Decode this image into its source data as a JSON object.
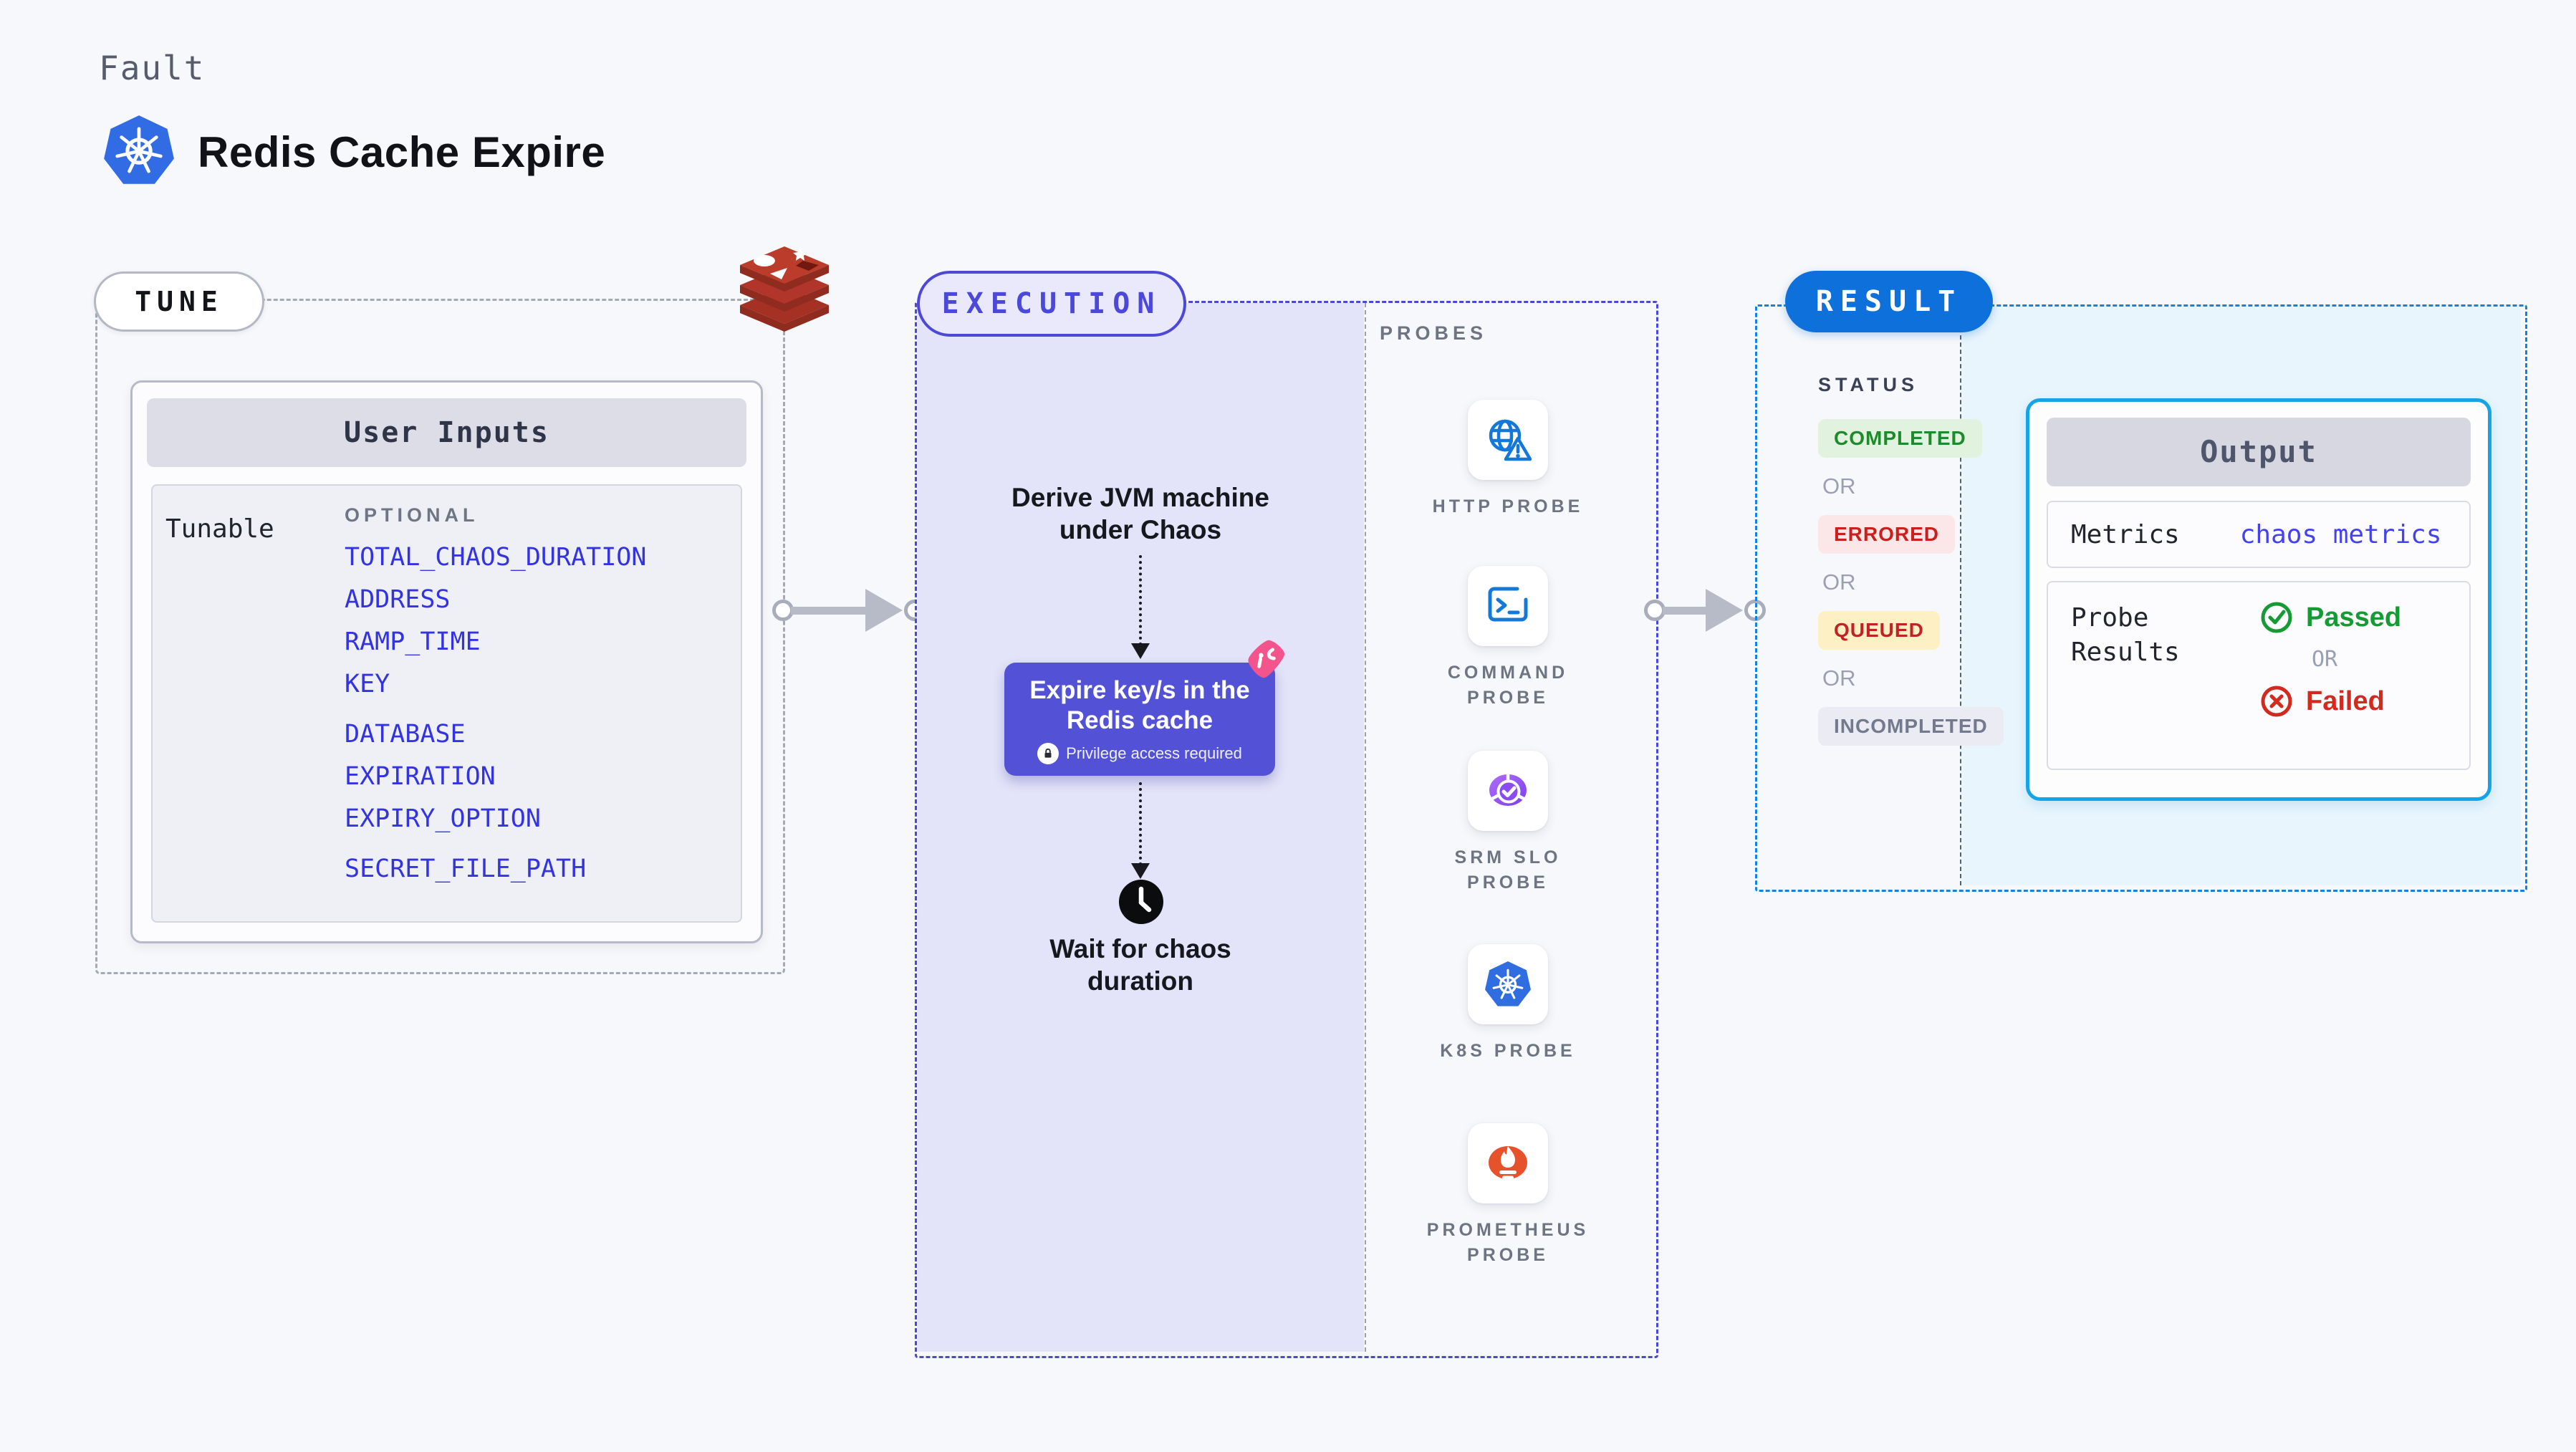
{
  "page": {
    "kind_label": "Fault",
    "title": "Redis Cache Expire"
  },
  "tune": {
    "label": "TUNE",
    "user_inputs": {
      "header": "User Inputs",
      "row_label": "Tunable",
      "group_label": "OPTIONAL",
      "params": [
        "TOTAL_CHAOS_DURATION",
        "ADDRESS",
        "RAMP_TIME",
        "KEY",
        "DATABASE",
        "EXPIRATION",
        "EXPIRY_OPTION",
        "SECRET_FILE_PATH"
      ]
    }
  },
  "execution": {
    "label": "EXECUTION",
    "derive_line1": "Derive JVM machine",
    "derive_line2": "under Chaos",
    "chaos_step": {
      "title_line1": "Expire key/s in the",
      "title_line2": "Redis cache",
      "privilege": "Privilege access required"
    },
    "wait_line1": "Wait for chaos",
    "wait_line2": "duration"
  },
  "probes": {
    "heading": "PROBES",
    "items": [
      {
        "label": "HTTP PROBE",
        "icon": "globe-warning-icon"
      },
      {
        "label": "COMMAND PROBE",
        "icon": "terminal-icon"
      },
      {
        "label": "SRM SLO PROBE",
        "icon": "slo-donut-check-icon"
      },
      {
        "label": "K8S PROBE",
        "icon": "kubernetes-icon"
      },
      {
        "label": "PROMETHEUS PROBE",
        "icon": "prometheus-flame-icon"
      }
    ]
  },
  "result": {
    "label": "RESULT",
    "status": {
      "heading": "STATUS",
      "or_label": "OR",
      "items": [
        "COMPLETED",
        "ERRORED",
        "QUEUED",
        "INCOMPLETED"
      ]
    },
    "output": {
      "header": "Output",
      "metrics_label": "Metrics",
      "metrics_value": "chaos metrics",
      "probe_results_label": "Probe Results",
      "passed_label": "Passed",
      "or_label": "OR",
      "failed_label": "Failed"
    }
  },
  "colors": {
    "page_bg": "#f7f8fb",
    "execution_accent": "#4c49d8",
    "execution_fill": "#e3e3f9",
    "chaos_step_bg": "#5351d5",
    "chaos_badge_pink": "#f4548c",
    "result_accent": "#0e71db",
    "result_dash": "#1583de",
    "result_fill": "#e8f5fd",
    "output_border": "#16a4e6",
    "param_link_blue": "#3333e2",
    "completed_green": "#1e8a2b",
    "errored_red": "#c9201d",
    "queued_yellow_bg": "#fcf0c4",
    "incompleted_gray": "#737a8e",
    "passed_green": "#169a33",
    "failed_red": "#d32a1f",
    "redis_red": "#b1352a",
    "kubernetes_blue": "#326ce5",
    "probe_icon_blue": "#1478d8"
  }
}
